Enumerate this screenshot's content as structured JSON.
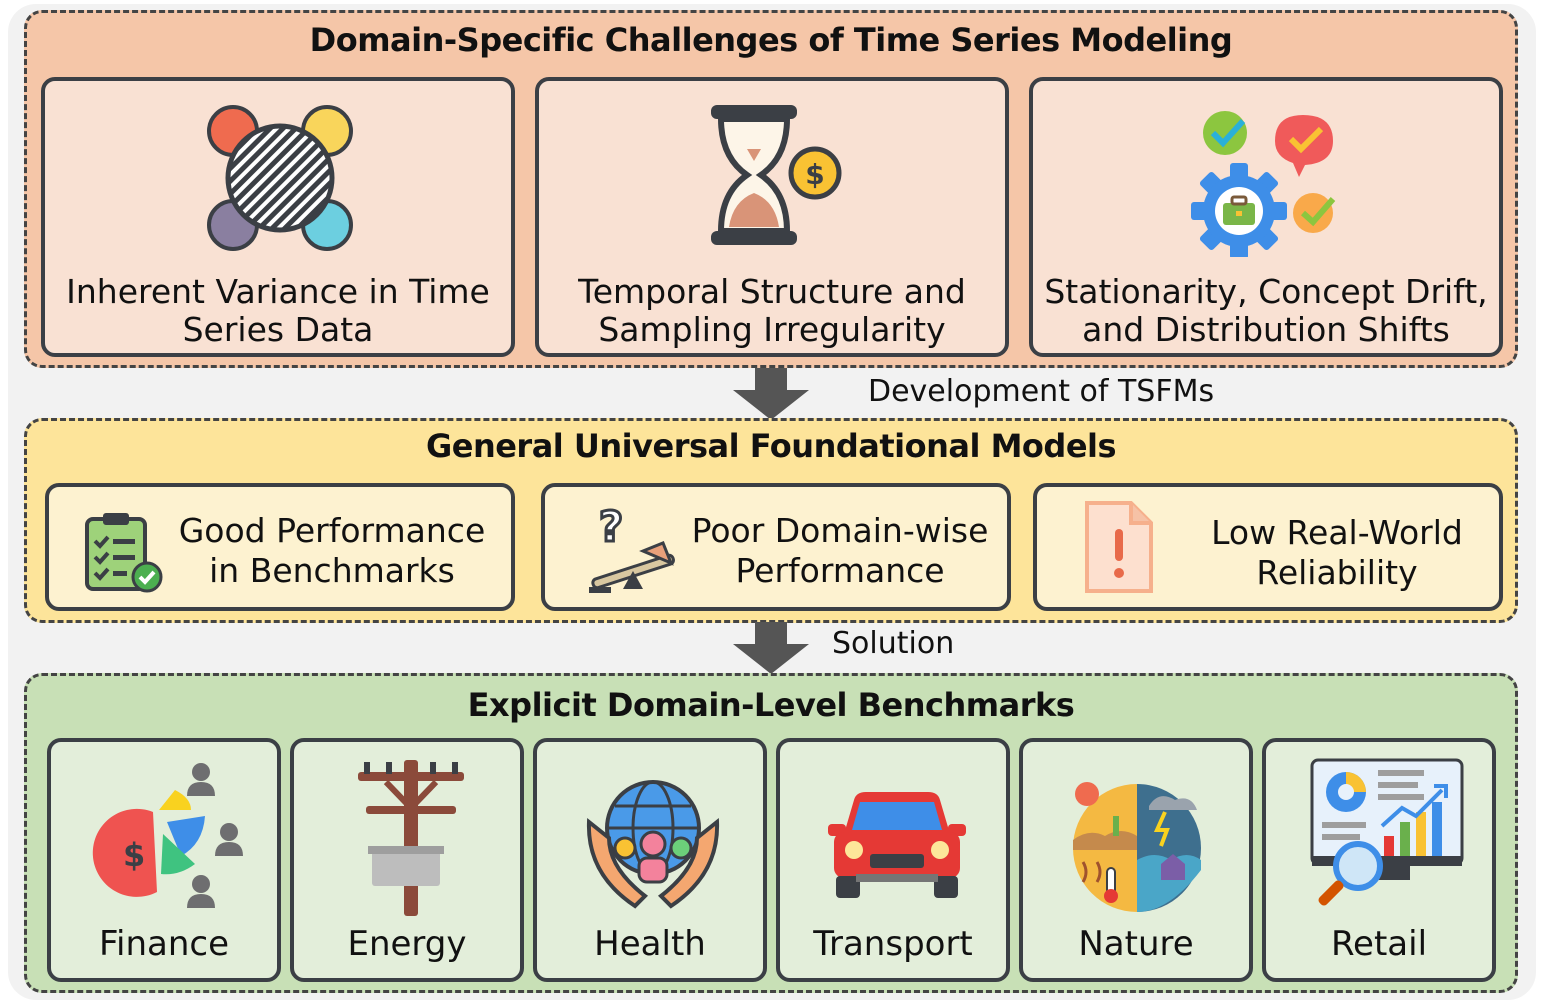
{
  "challenges": {
    "title": "Domain-Specific Challenges of Time Series Modeling",
    "cards": [
      {
        "label": "Inherent Variance in Time\nSeries Data",
        "icon": "team-circle-icon"
      },
      {
        "label": "Temporal Structure and\nSampling Irregularity",
        "icon": "hourglass-dollar-icon"
      },
      {
        "label": "Stationarity, Concept Drift,\nand Distribution Shifts",
        "icon": "gear-checks-icon"
      }
    ]
  },
  "arrow1_label": "Development of TSFMs",
  "models": {
    "title": "General Universal Foundational Models",
    "cards": [
      {
        "label": "Good Performance\nin Benchmarks",
        "icon": "clipboard-check-icon"
      },
      {
        "label": "Poor Domain-wise\nPerformance",
        "icon": "seesaw-question-icon"
      },
      {
        "label": "Low Real-World\nReliability",
        "icon": "warning-document-icon"
      }
    ]
  },
  "arrow2_label": "Solution",
  "benchmarks": {
    "title": "Explicit Domain-Level Benchmarks",
    "domains": [
      {
        "label": "Finance",
        "icon": "pie-chart-people-icon"
      },
      {
        "label": "Energy",
        "icon": "power-pole-icon"
      },
      {
        "label": "Health",
        "icon": "globe-hands-icon"
      },
      {
        "label": "Transport",
        "icon": "car-icon"
      },
      {
        "label": "Nature",
        "icon": "climate-icon"
      },
      {
        "label": "Retail",
        "icon": "analytics-monitor-icon"
      }
    ]
  },
  "colors": {
    "section1": "#f5c6a8",
    "section2": "#fde49a",
    "section3": "#c8e0b6",
    "arrow": "#555555",
    "border": "#3b3f45"
  }
}
